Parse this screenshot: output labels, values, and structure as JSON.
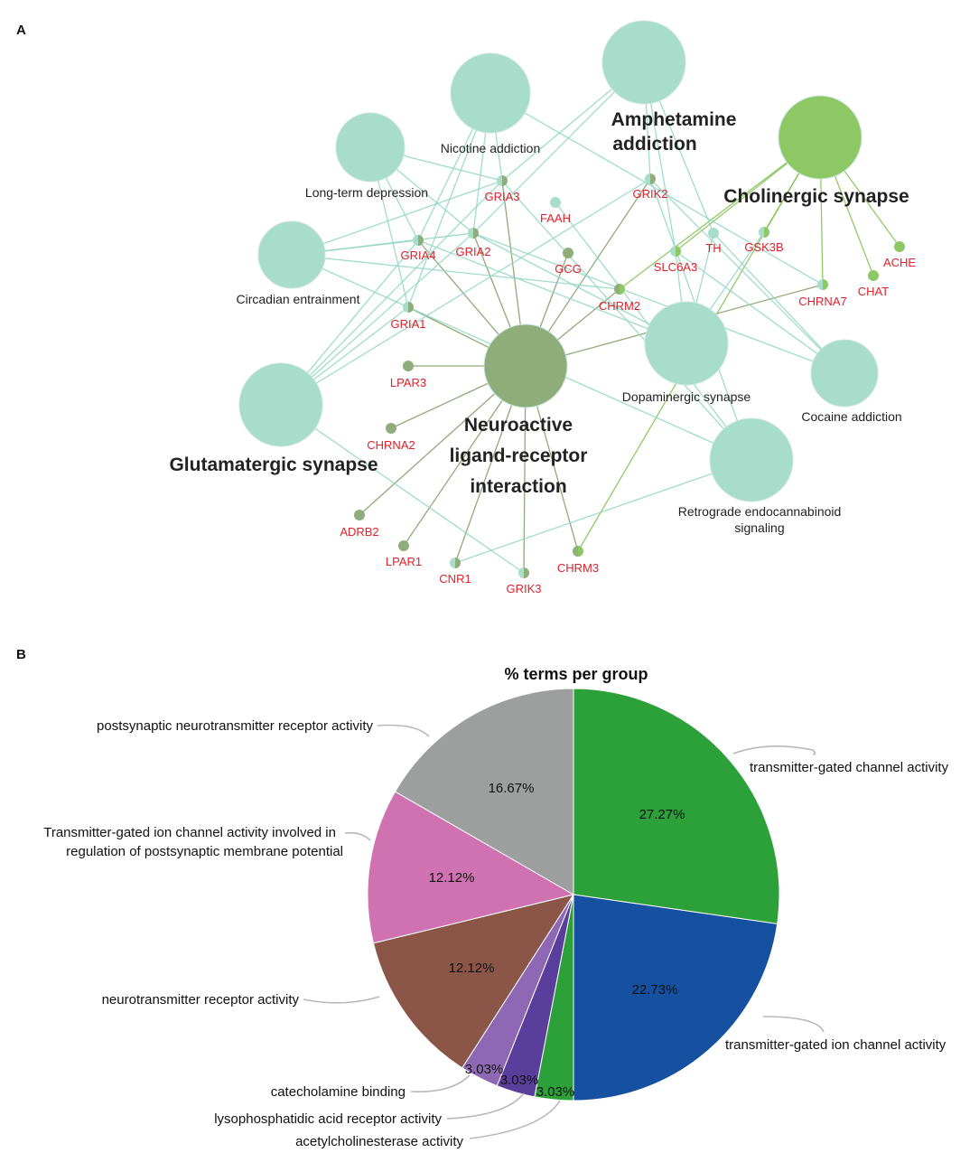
{
  "panel_a": {
    "label": "A",
    "terms": [
      {
        "id": "amphetamine",
        "lines": [
          "Amphetamine",
          "addiction"
        ],
        "big": true
      },
      {
        "id": "cholinergic",
        "lines": [
          "Cholinergic synapse"
        ],
        "big": true
      },
      {
        "id": "nicotine",
        "lines": [
          "Nicotine addiction"
        ],
        "big": false
      },
      {
        "id": "ltd",
        "lines": [
          "Long-term depression"
        ],
        "big": false
      },
      {
        "id": "circadian",
        "lines": [
          "Circadian entrainment"
        ],
        "big": false
      },
      {
        "id": "glutamatergic",
        "lines": [
          "Glutamatergic synapse"
        ],
        "big": true
      },
      {
        "id": "neuroactive",
        "lines": [
          "Neuroactive",
          "ligand-receptor",
          "interaction"
        ],
        "big": true
      },
      {
        "id": "dopaminergic",
        "lines": [
          "Dopaminergic synapse"
        ],
        "big": false
      },
      {
        "id": "cocaine",
        "lines": [
          "Cocaine addiction"
        ],
        "big": false
      },
      {
        "id": "retrograde",
        "lines": [
          "Retrograde endocannabinoid",
          "signaling"
        ],
        "big": false
      }
    ],
    "genes": [
      {
        "id": "GRIA3",
        "label": "GRIA3"
      },
      {
        "id": "GRIK2",
        "label": "GRIK2"
      },
      {
        "id": "FAAH",
        "label": "FAAH"
      },
      {
        "id": "GRIA4",
        "label": "GRIA4"
      },
      {
        "id": "GRIA2",
        "label": "GRIA2"
      },
      {
        "id": "GCG",
        "label": "GCG"
      },
      {
        "id": "TH",
        "label": "TH"
      },
      {
        "id": "SLC6A3",
        "label": "SLC6A3"
      },
      {
        "id": "GSK3B",
        "label": "GSK3B"
      },
      {
        "id": "ACHE",
        "label": "ACHE"
      },
      {
        "id": "CHAT",
        "label": "CHAT"
      },
      {
        "id": "CHRNA7",
        "label": "CHRNA7"
      },
      {
        "id": "CHRM2",
        "label": "CHRM2"
      },
      {
        "id": "GRIA1",
        "label": "GRIA1"
      },
      {
        "id": "LPAR3",
        "label": "LPAR3"
      },
      {
        "id": "CHRNA2",
        "label": "CHRNA2"
      },
      {
        "id": "ADRB2",
        "label": "ADRB2"
      },
      {
        "id": "LPAR1",
        "label": "LPAR1"
      },
      {
        "id": "CNR1",
        "label": "CNR1"
      },
      {
        "id": "GRIK3",
        "label": "GRIK3"
      },
      {
        "id": "CHRM3",
        "label": "CHRM3"
      }
    ],
    "colors": {
      "pathway_teal": "#a8dccb",
      "neuroactive_olive": "#8fad7a",
      "cholinergic_green": "#8dc865",
      "gene_label_red": "#e0202a"
    }
  },
  "panel_b": {
    "label": "B",
    "chart_data": {
      "type": "pie",
      "title": "% terms per group",
      "slices": [
        {
          "name": "transmitter-gated channel activity",
          "value": 27.27,
          "label": "27.27%",
          "color": "#2ca13a"
        },
        {
          "name": "transmitter-gated ion channel activity",
          "value": 22.73,
          "label": "22.73%",
          "color": "#1551a0"
        },
        {
          "name": "acetylcholinesterase activity",
          "value": 3.03,
          "label": "3.03%",
          "color": "#2ca13a"
        },
        {
          "name": "lysophosphatidic acid receptor activity",
          "value": 3.03,
          "label": "3.03%",
          "color": "#5a3e9c"
        },
        {
          "name": "catecholamine binding",
          "value": 3.03,
          "label": "3.03%",
          "color": "#8e68b4"
        },
        {
          "name": "neurotransmitter receptor activity",
          "value": 12.12,
          "label": "12.12%",
          "color": "#8b5548"
        },
        {
          "name_lines": [
            "Transmitter-gated ion channel activity involved in",
            "regulation  of postsynaptic membrane potential"
          ],
          "value": 12.12,
          "label": "12.12%",
          "color": "#d072b2"
        },
        {
          "name": "postsynaptic neurotransmitter receptor activity",
          "value": 16.67,
          "label": "16.67%",
          "color": "#9d9e9e"
        }
      ]
    }
  }
}
